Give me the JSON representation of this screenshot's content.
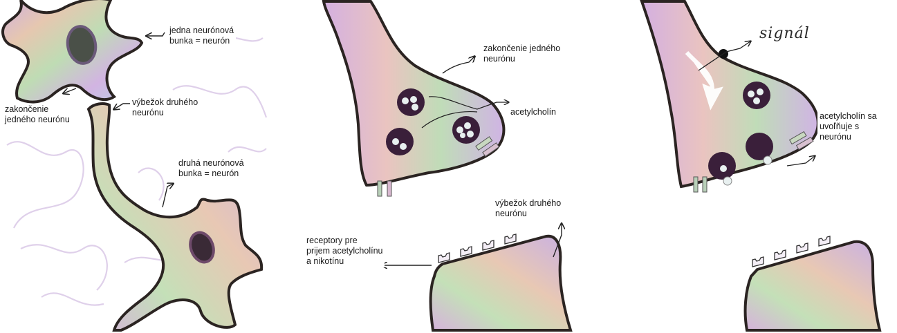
{
  "panels": [
    {
      "labels": {
        "neuron_one": "jedna neurónová\nbunka = neurón",
        "ending_one": "zakončenie\njedného neurónu",
        "process_two": "výbežok druhého\nneurónu",
        "neuron_two": "druhá neurónová\nbunka = neurón"
      }
    },
    {
      "labels": {
        "ending_one": "zakončenie jedného\nneurónu",
        "acetylcholine": "acetylcholín",
        "process_two": "výbežok druhého\nneurónu",
        "receptors": "receptory pre\nprijem acetylcholínu\na nikotínu"
      }
    },
    {
      "labels": {
        "signal": "signál",
        "acetylcholine_release": "acetylcholín sa\nuvoľňuje s\nneurónu"
      }
    }
  ],
  "colors": {
    "membrane": "#2b2422",
    "cell_fill_a": "#c9a8d8",
    "cell_fill_b": "#b9d9b0",
    "cell_fill_c": "#e8c9a8",
    "nucleus": "#3b3f3a",
    "vesicle": "#3a1f3a",
    "background_vein": "#d9c8e8"
  },
  "icons": [
    "arrow-icon",
    "vesicle-icon",
    "receptor-icon",
    "ion-channel-icon"
  ]
}
